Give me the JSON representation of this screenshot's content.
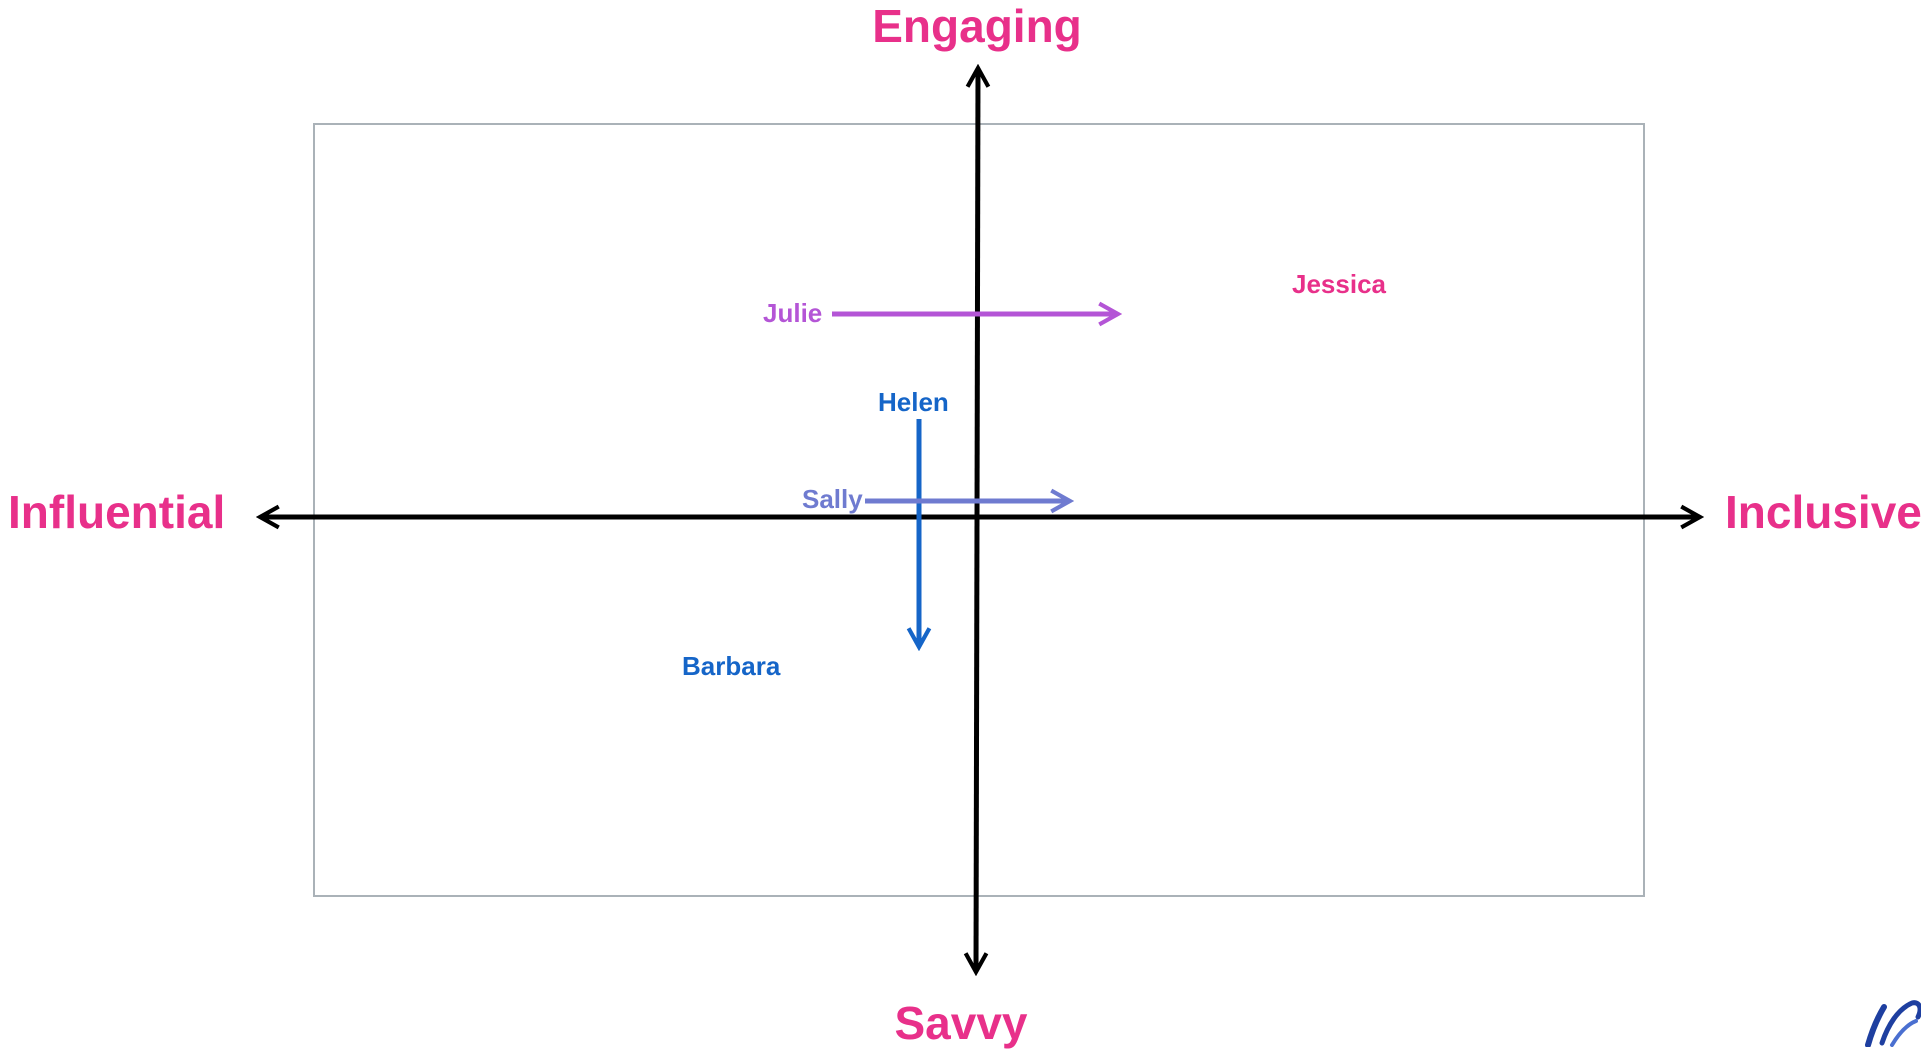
{
  "axes": {
    "top": "Engaging",
    "bottom": "Savvy",
    "left": "Influential",
    "right": "Inclusive"
  },
  "people": [
    {
      "name": "Julie",
      "color": "#b455d6",
      "arrow": "right"
    },
    {
      "name": "Jessica",
      "color": "#e8308a",
      "arrow": "none"
    },
    {
      "name": "Helen",
      "color": "#1565c8",
      "arrow": "down"
    },
    {
      "name": "Sally",
      "color": "#6f7bd0",
      "arrow": "right"
    },
    {
      "name": "Barbara",
      "color": "#1565c8",
      "arrow": "none"
    }
  ],
  "colors": {
    "axis_label": "#e8308a",
    "axis_line": "#000000",
    "frame": "#aab2b8",
    "logo": "#1e3fa0"
  }
}
